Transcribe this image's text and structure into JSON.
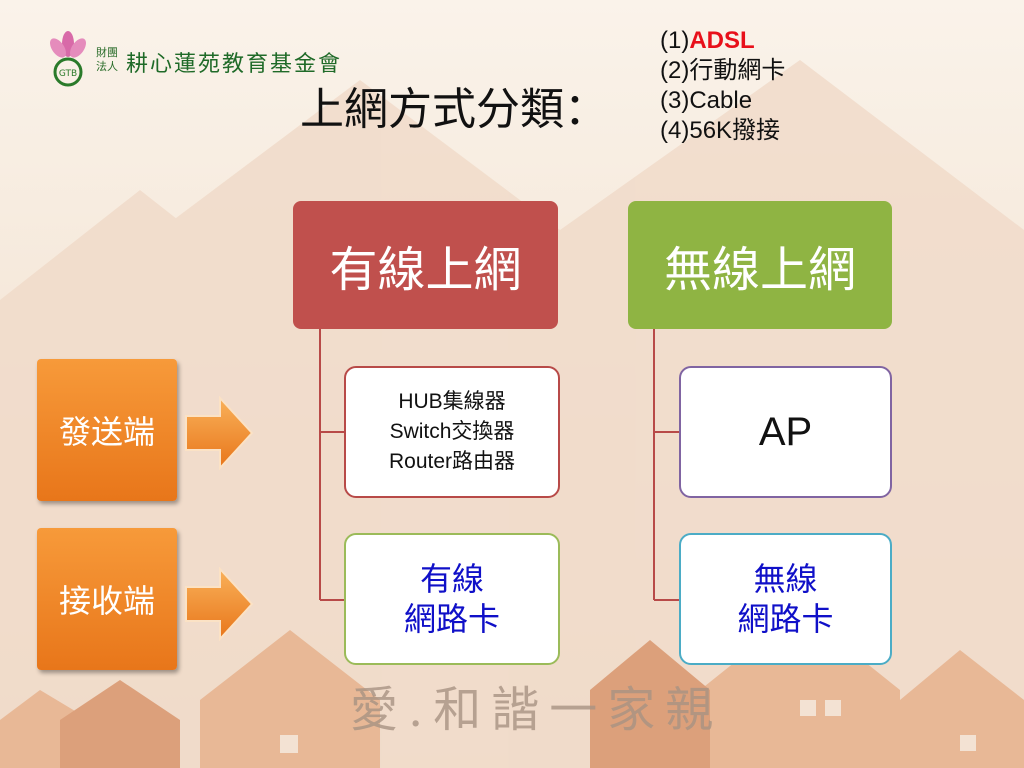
{
  "logo": {
    "org_small_top": "財團",
    "org_small_bottom": "法人",
    "org_name": "耕心蓮苑教育基金會",
    "badge": "GTB"
  },
  "title": "上網方式分類：",
  "connection_types": [
    {
      "prefix": "(1)",
      "label": "ADSL",
      "highlight": true
    },
    {
      "prefix": "(2)",
      "label": "行動網卡",
      "highlight": false
    },
    {
      "prefix": "(3)",
      "label": "Cable",
      "highlight": false
    },
    {
      "prefix": "(4)",
      "label": "56K撥接",
      "highlight": false
    }
  ],
  "wired": {
    "header": "有線上網",
    "sender_lines": [
      "HUB集線器",
      "Switch交換器",
      "Router路由器"
    ],
    "receiver_lines": [
      "有線",
      "網路卡"
    ]
  },
  "wireless": {
    "header": "無線上網",
    "sender_lines": [
      "AP"
    ],
    "receiver_lines": [
      "無線",
      "網路卡"
    ]
  },
  "side_labels": {
    "sender": "發送端",
    "receiver": "接收端"
  },
  "watermark": "愛.和諧一家親",
  "colors": {
    "wired_header": "#c0504d",
    "wireless_header": "#8fb443",
    "hub_border": "#b84a48",
    "ap_border": "#8064a2",
    "wired_nic_border": "#9bbb59",
    "wireless_nic_border": "#4bacc6",
    "side_box": "#e8761a",
    "nic_text": "#1010c8",
    "highlight": "#e8101a"
  }
}
